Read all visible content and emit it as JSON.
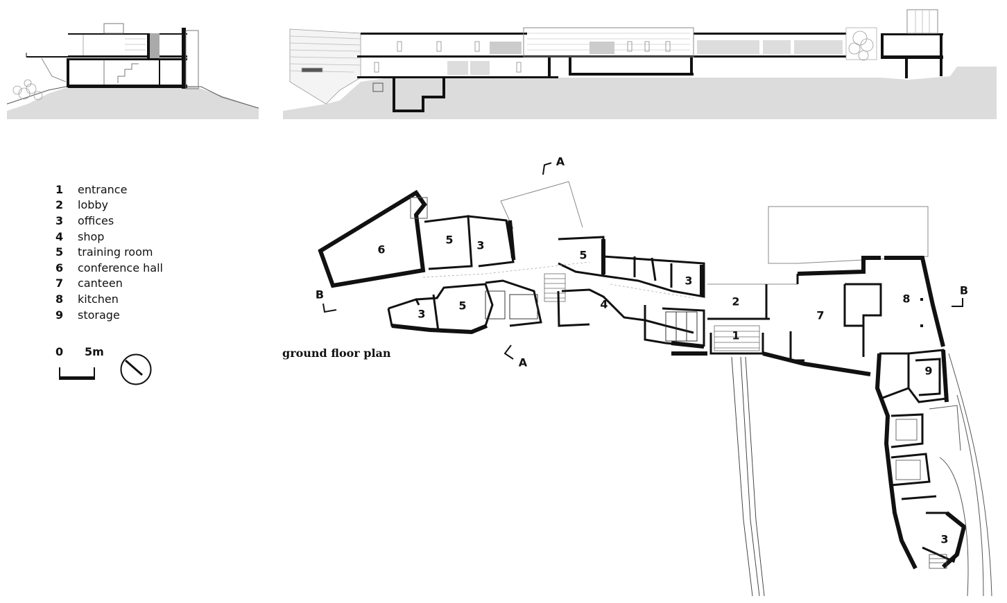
{
  "legend": {
    "items": [
      {
        "num": "1",
        "label": "entrance"
      },
      {
        "num": "2",
        "label": "lobby"
      },
      {
        "num": "3",
        "label": "offices"
      },
      {
        "num": "4",
        "label": "shop"
      },
      {
        "num": "5",
        "label": "training room"
      },
      {
        "num": "6",
        "label": "conference hall"
      },
      {
        "num": "7",
        "label": "canteen"
      },
      {
        "num": "8",
        "label": "kitchen"
      },
      {
        "num": "9",
        "label": "storage"
      }
    ]
  },
  "scale": {
    "start": "0",
    "end": "5m"
  },
  "plan": {
    "title": "ground floor plan",
    "rooms": [
      {
        "id": "room-6",
        "num": "6"
      },
      {
        "id": "room-5a",
        "num": "5"
      },
      {
        "id": "room-3a",
        "num": "3"
      },
      {
        "id": "room-5b",
        "num": "5"
      },
      {
        "id": "room-3b",
        "num": "3"
      },
      {
        "id": "room-5c",
        "num": "5"
      },
      {
        "id": "room-3c",
        "num": "3"
      },
      {
        "id": "room-4",
        "num": "4"
      },
      {
        "id": "room-2",
        "num": "2"
      },
      {
        "id": "room-1",
        "num": "1"
      },
      {
        "id": "room-7",
        "num": "7"
      },
      {
        "id": "room-8",
        "num": "8"
      },
      {
        "id": "room-9",
        "num": "9"
      },
      {
        "id": "room-3d",
        "num": "3"
      }
    ],
    "section_markers": [
      {
        "id": "section-a-top",
        "letter": "A"
      },
      {
        "id": "section-a-bottom",
        "letter": "A"
      },
      {
        "id": "section-b-left",
        "letter": "B"
      },
      {
        "id": "section-b-right",
        "letter": "B"
      }
    ]
  },
  "colors": {
    "ink": "#111111",
    "ground": "#dcdcdc",
    "wall": "#000000",
    "thin": "#777777"
  }
}
